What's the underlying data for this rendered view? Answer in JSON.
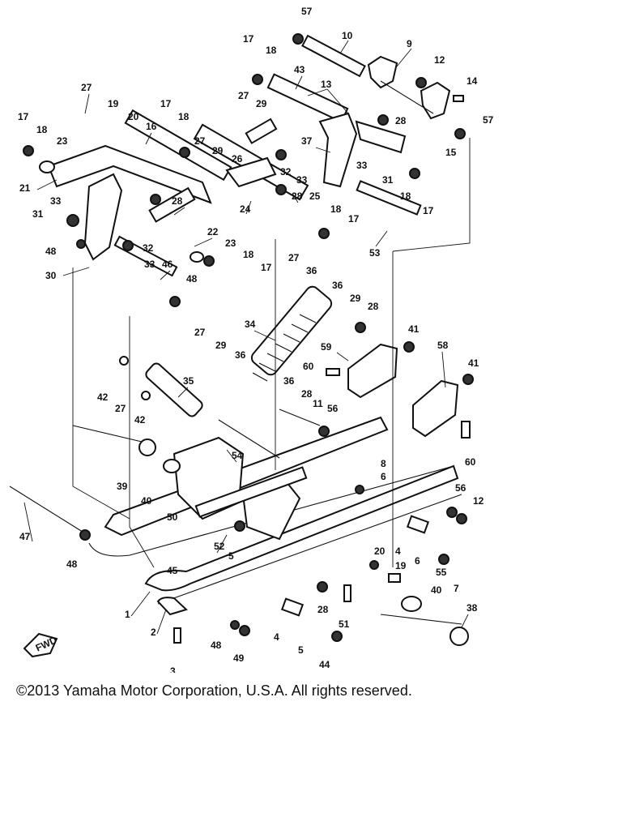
{
  "copyright": "©2013 Yamaha Motor Corporation, U.S.A. All rights reserved.",
  "arrow_label": "FWD",
  "callouts": [
    "57",
    "10",
    "9",
    "12",
    "14",
    "17",
    "18",
    "43",
    "13",
    "27",
    "29",
    "28",
    "57",
    "27",
    "19",
    "20",
    "17",
    "18",
    "16",
    "27",
    "29",
    "26",
    "37",
    "15",
    "17",
    "18",
    "23",
    "21",
    "33",
    "28",
    "32",
    "33",
    "31",
    "24",
    "28",
    "25",
    "18",
    "17",
    "18",
    "17",
    "31",
    "33",
    "22",
    "32",
    "23",
    "18",
    "17",
    "48",
    "30",
    "33",
    "46",
    "48",
    "53",
    "27",
    "36",
    "36",
    "29",
    "28",
    "34",
    "41",
    "58",
    "59",
    "27",
    "29",
    "36",
    "60",
    "41",
    "42",
    "27",
    "42",
    "35",
    "36",
    "28",
    "11",
    "56",
    "54",
    "39",
    "40",
    "50",
    "8",
    "6",
    "60",
    "47",
    "48",
    "52",
    "45",
    "5",
    "20",
    "19",
    "4",
    "6",
    "55",
    "7",
    "56",
    "12",
    "1",
    "2",
    "28",
    "51",
    "40",
    "38",
    "3",
    "48",
    "49",
    "4",
    "5",
    "44"
  ]
}
